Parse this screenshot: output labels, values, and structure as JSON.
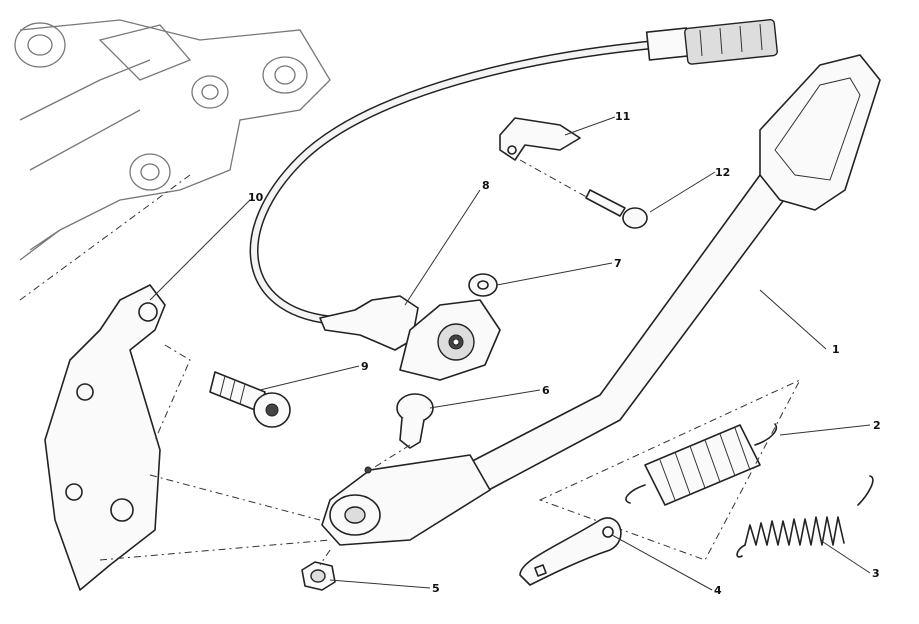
{
  "diagram": {
    "title": "Side stand exploded view",
    "callouts": [
      {
        "id": "1",
        "label": "1"
      },
      {
        "id": "2",
        "label": "2"
      },
      {
        "id": "3",
        "label": "3"
      },
      {
        "id": "4",
        "label": "4"
      },
      {
        "id": "5",
        "label": "5"
      },
      {
        "id": "6",
        "label": "6"
      },
      {
        "id": "7",
        "label": "7"
      },
      {
        "id": "8",
        "label": "8"
      },
      {
        "id": "9",
        "label": "9"
      },
      {
        "id": "10",
        "label": "10"
      },
      {
        "id": "11",
        "label": "11"
      },
      {
        "id": "12",
        "label": "12"
      }
    ]
  }
}
